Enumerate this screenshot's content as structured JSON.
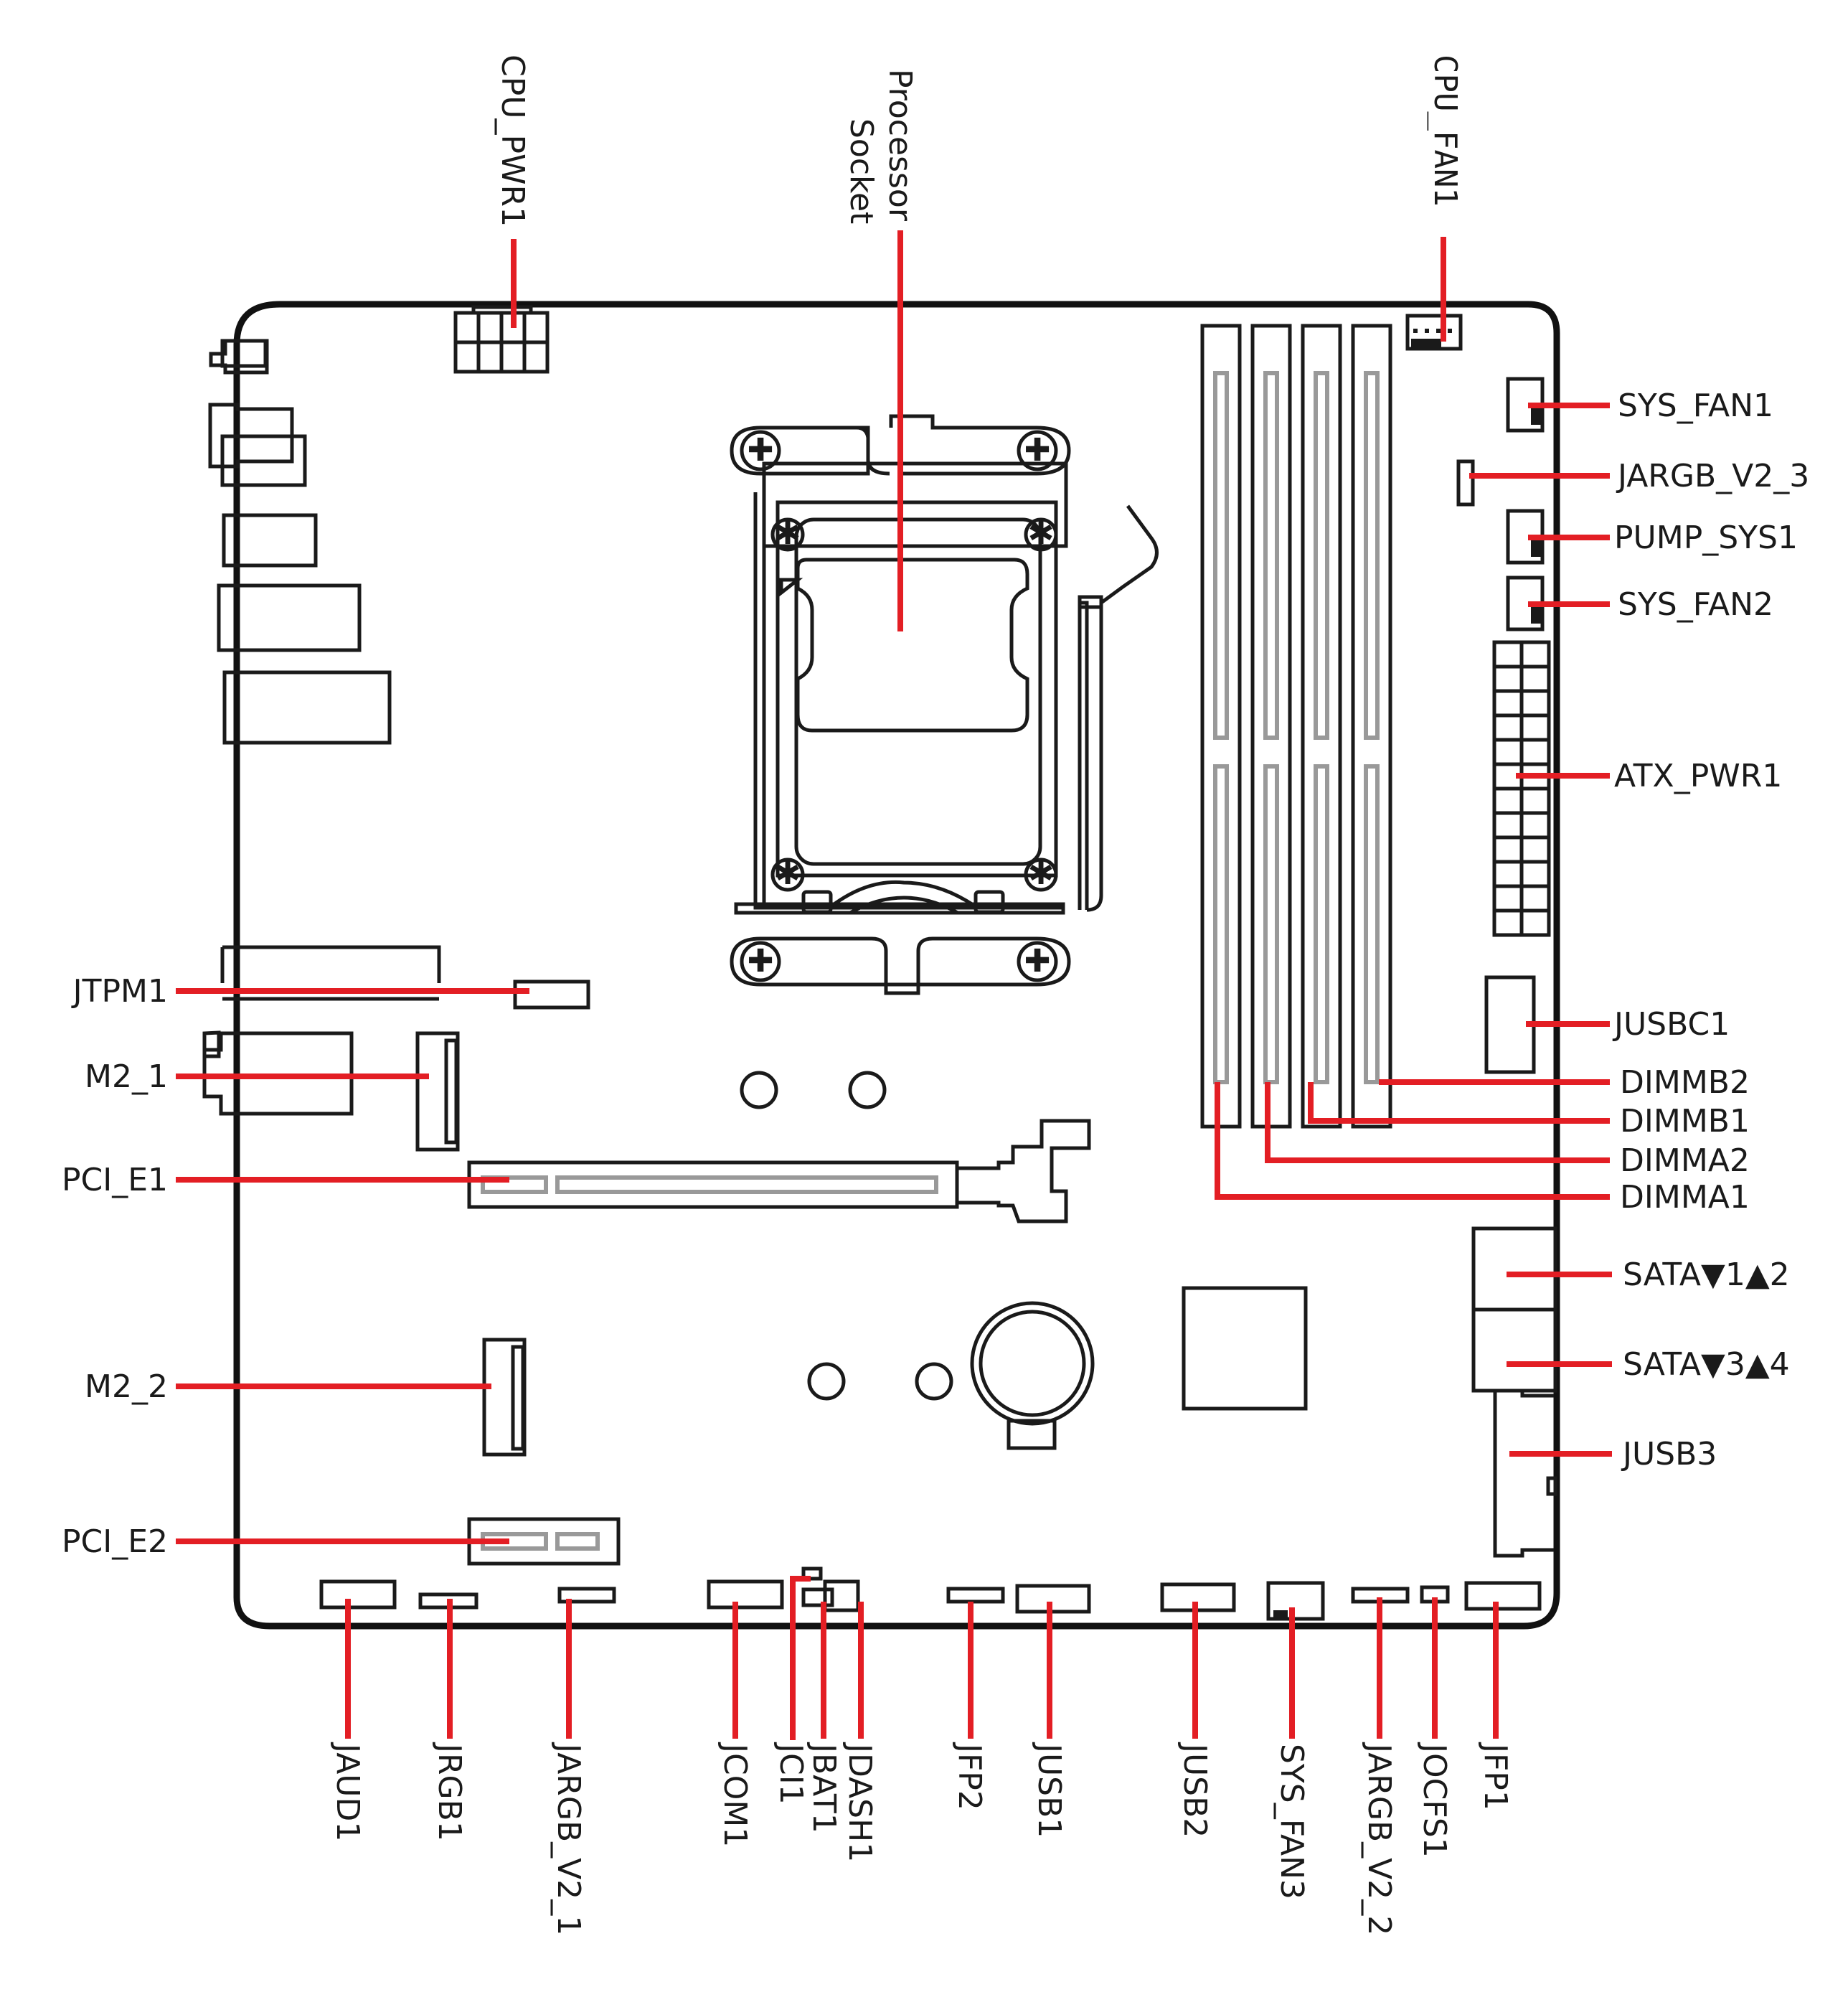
{
  "diagram": {
    "title": "Motherboard layout",
    "colors": {
      "leader_line": "#e31e24",
      "outline": "#1a1a1a",
      "slot_inner": "#999999",
      "background": "#ffffff"
    },
    "top_labels": [
      {
        "id": "cpu_pwr1",
        "text": "CPU_PWR1"
      },
      {
        "id": "processor_socket_line1",
        "text": "Processor"
      },
      {
        "id": "processor_socket_line2",
        "text": "Socket"
      },
      {
        "id": "cpu_fan1",
        "text": "CPU_FAN1"
      }
    ],
    "right_labels": [
      {
        "id": "sys_fan1",
        "text": "SYS_FAN1"
      },
      {
        "id": "jargb_v2_3",
        "text": "JARGB_V2_3"
      },
      {
        "id": "pump_sys1",
        "text": "PUMP_SYS1"
      },
      {
        "id": "sys_fan2",
        "text": "SYS_FAN2"
      },
      {
        "id": "atx_pwr1",
        "text": "ATX_PWR1"
      },
      {
        "id": "jusbc1",
        "text": "JUSBC1"
      },
      {
        "id": "dimmb2",
        "text": "DIMMB2"
      },
      {
        "id": "dimmb1",
        "text": "DIMMB1"
      },
      {
        "id": "dimma2",
        "text": "DIMMA2"
      },
      {
        "id": "dimma1",
        "text": "DIMMA1"
      },
      {
        "id": "sata12",
        "text": "SATA▼1▲2"
      },
      {
        "id": "sata34",
        "text": "SATA▼3▲4"
      },
      {
        "id": "jusb3",
        "text": "JUSB3"
      }
    ],
    "left_labels": [
      {
        "id": "jtpm1",
        "text": "JTPM1"
      },
      {
        "id": "m2_1",
        "text": "M2_1"
      },
      {
        "id": "pci_e1",
        "text": "PCI_E1"
      },
      {
        "id": "m2_2",
        "text": "M2_2"
      },
      {
        "id": "pci_e2",
        "text": "PCI_E2"
      }
    ],
    "bottom_labels": [
      {
        "id": "jaud1",
        "text": "JAUD1"
      },
      {
        "id": "jrgb1",
        "text": "JRGB1"
      },
      {
        "id": "jargb_v2_1",
        "text": "JARGB_V2_1"
      },
      {
        "id": "jcom1",
        "text": "JCOM1"
      },
      {
        "id": "jci1",
        "text": "JCI1"
      },
      {
        "id": "jbat1",
        "text": "JBAT1"
      },
      {
        "id": "jdash1",
        "text": "JDASH1"
      },
      {
        "id": "jfp2",
        "text": "JFP2"
      },
      {
        "id": "jusb1",
        "text": "JUSB1"
      },
      {
        "id": "jusb2",
        "text": "JUSB2"
      },
      {
        "id": "sys_fan3",
        "text": "SYS_FAN3"
      },
      {
        "id": "jargb_v2_2",
        "text": "JARGB_V2_2"
      },
      {
        "id": "jocfs1",
        "text": "JOCFS1"
      },
      {
        "id": "jfp1",
        "text": "JFP1"
      }
    ]
  }
}
